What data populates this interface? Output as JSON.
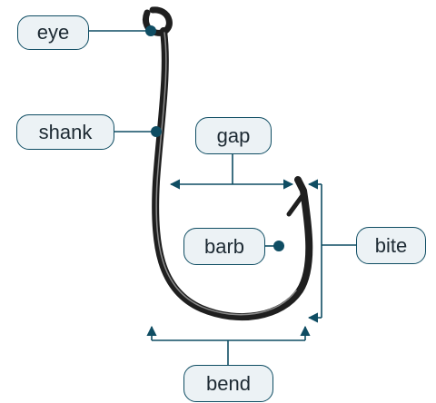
{
  "labels": {
    "eye": "eye",
    "shank": "shank",
    "gap": "gap",
    "barb": "barb",
    "bite": "bite",
    "bend": "bend"
  },
  "colors": {
    "accent": "#0f4d63",
    "label_fill": "#ecf2f5",
    "hook_dark": "#1f1f1f",
    "hook_highlight": "#8a8a8a",
    "text": "#1d2a33"
  },
  "icons": {
    "hook": "fishing-hook"
  }
}
